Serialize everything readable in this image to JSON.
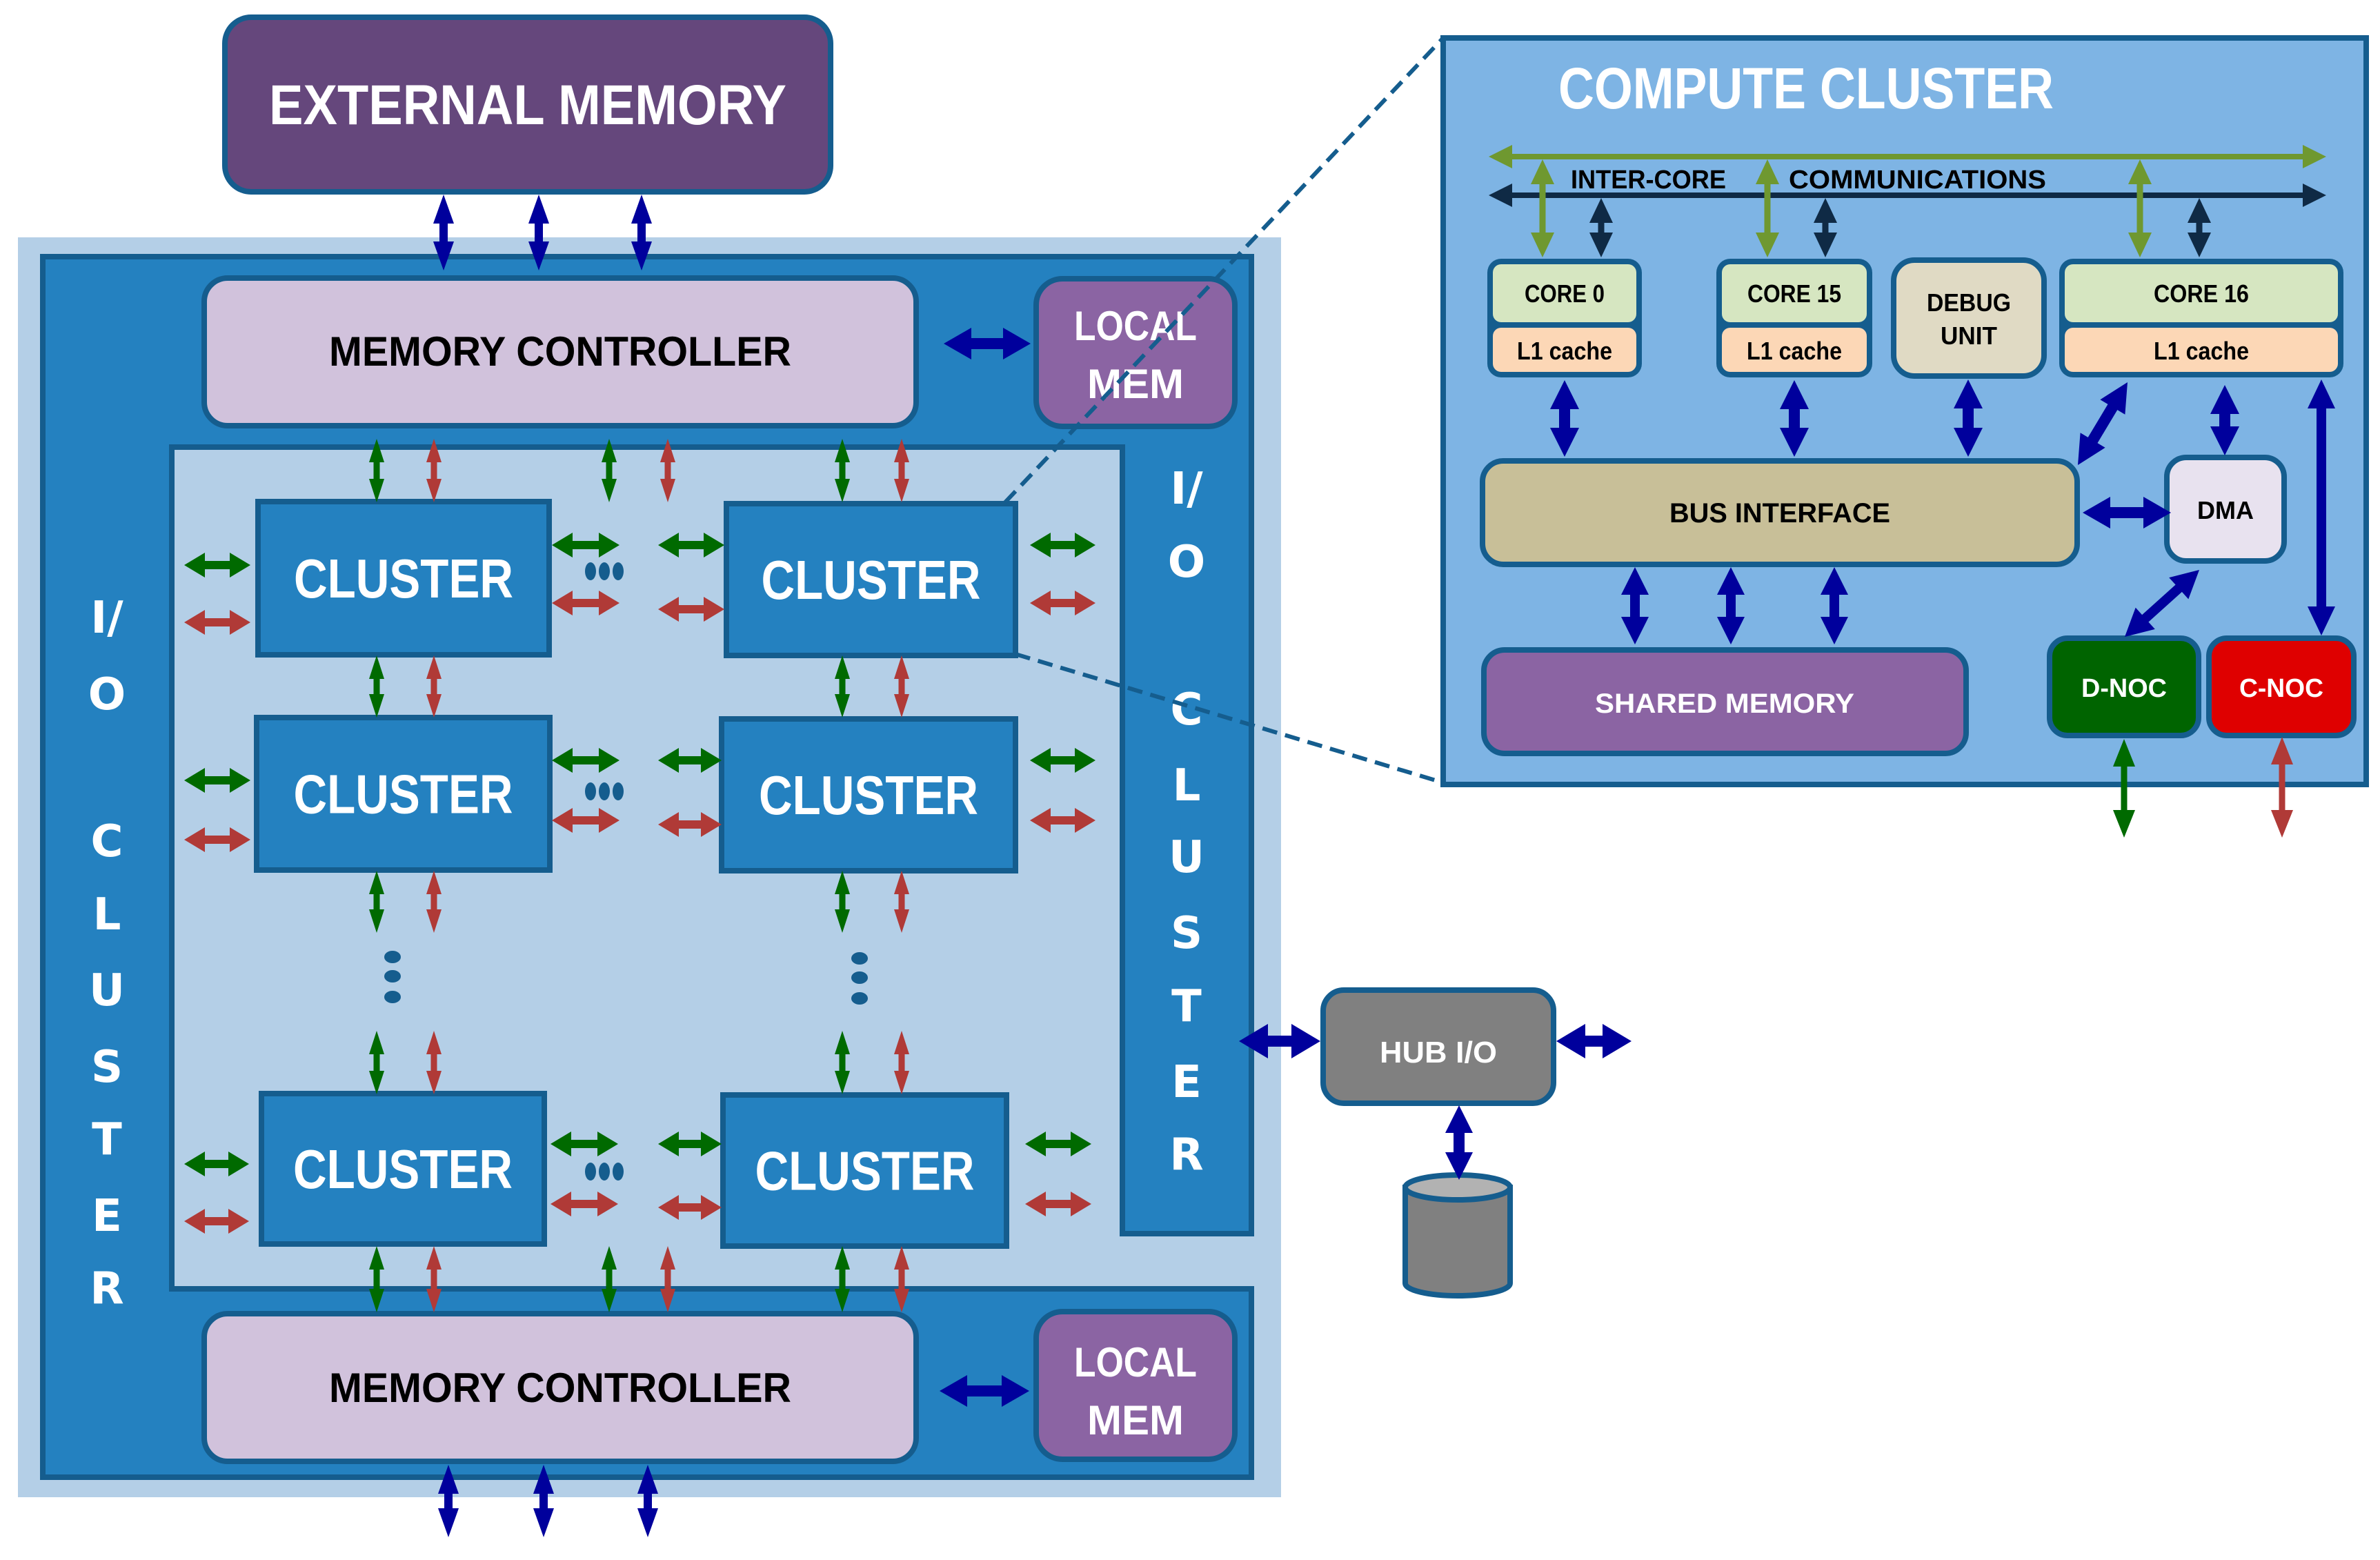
{
  "external_memory": {
    "label": "EXTERNAL MEMORY"
  },
  "memory_controller_top": {
    "label": "MEMORY CONTROLLER"
  },
  "memory_controller_bottom": {
    "label": "MEMORY CONTROLLER"
  },
  "local_mem_top": {
    "line1": "LOCAL",
    "line2": "MEM"
  },
  "local_mem_bottom": {
    "line1": "LOCAL",
    "line2": "MEM"
  },
  "io_cluster_left": {
    "chars": [
      "I/",
      "O",
      "C",
      "L",
      "U",
      "S",
      "T",
      "E",
      "R"
    ]
  },
  "io_cluster_right": {
    "chars": [
      "I/",
      "O",
      "C",
      "L",
      "U",
      "S",
      "T",
      "E",
      "R"
    ]
  },
  "cluster_grid": {
    "cluster_label": "CLUSTER",
    "rows": 3,
    "columns": 2,
    "ellipsis_horizontal": "•••",
    "ellipsis_vertical": "⋮"
  },
  "hub_io": {
    "label": "HUB I/O"
  },
  "storage": {
    "icon": "database-cylinder-icon"
  },
  "compute_cluster": {
    "title": "COMPUTE CLUSTER",
    "bus_label_left": "INTER-CORE",
    "bus_label_right": "COMMUNICATIONS",
    "cores": [
      {
        "name": "CORE 0",
        "cache": "L1 cache"
      },
      {
        "name": "CORE 15",
        "cache": "L1 cache"
      },
      {
        "name": "CORE 16",
        "cache": "L1 cache"
      }
    ],
    "debug_unit": {
      "line1": "DEBUG",
      "line2": "UNIT"
    },
    "bus_interface": "BUS INTERFACE",
    "dma": "DMA",
    "shared_memory": "SHARED MEMORY",
    "d_noc": "D-NOC",
    "c_noc": "C-NOC"
  },
  "colors": {
    "outer_panel": "#b4cfe7",
    "frame": "#2481c0",
    "frame_border": "#155d8e",
    "cluster_box": "#2481c0",
    "memory_controller": "#d1c2dc",
    "local_mem": "#8b64a3",
    "external_memory": "#65477c",
    "compute_panel": "#7eb4e4",
    "core": "#d6e6c1",
    "l1_cache": "#fcd7b6",
    "debug_unit": "#e0dac4",
    "bus_interface": "#c8bf98",
    "dma": "#e8e2ef",
    "shared_memory": "#8b64a3",
    "d_noc": "#006400",
    "c_noc": "#df0000",
    "hub_io": "#808080",
    "arrow_blue": "#00009c",
    "arrow_green": "#006a00",
    "arrow_red": "#b03a37",
    "bus_green": "#6f9830",
    "bus_dark": "#0f2a45"
  }
}
